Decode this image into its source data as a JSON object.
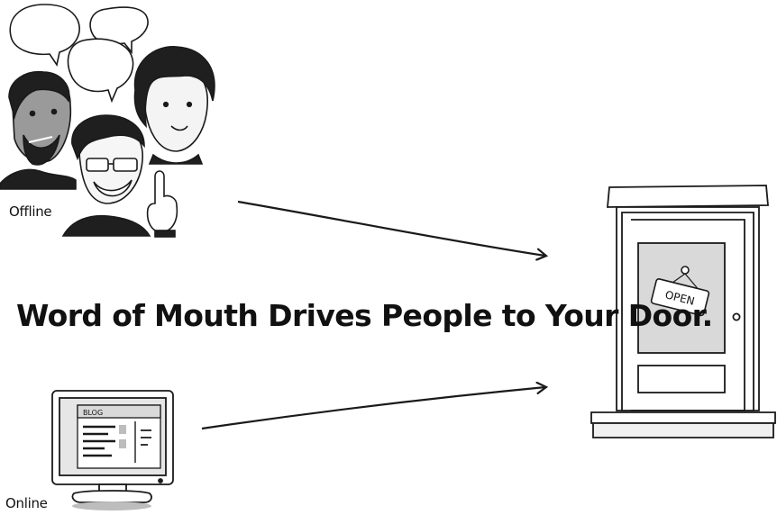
{
  "labels": {
    "offline": "Offline",
    "online": "Online",
    "headline": "Word of Mouth Drives People to Your Door.",
    "sign": "OPEN",
    "blog": "BLOG"
  },
  "colors": {
    "ink": "#1a1a1a",
    "panel_gray": "#d9d9d9",
    "screen_gray": "#cfcfcf",
    "skin_light": "#f2f2f2",
    "skin_dark": "#9a9a9a"
  },
  "icons": [
    "speech-bubble-icon",
    "person-icon",
    "computer-monitor-icon",
    "door-icon",
    "open-sign-icon",
    "arrow-icon"
  ]
}
